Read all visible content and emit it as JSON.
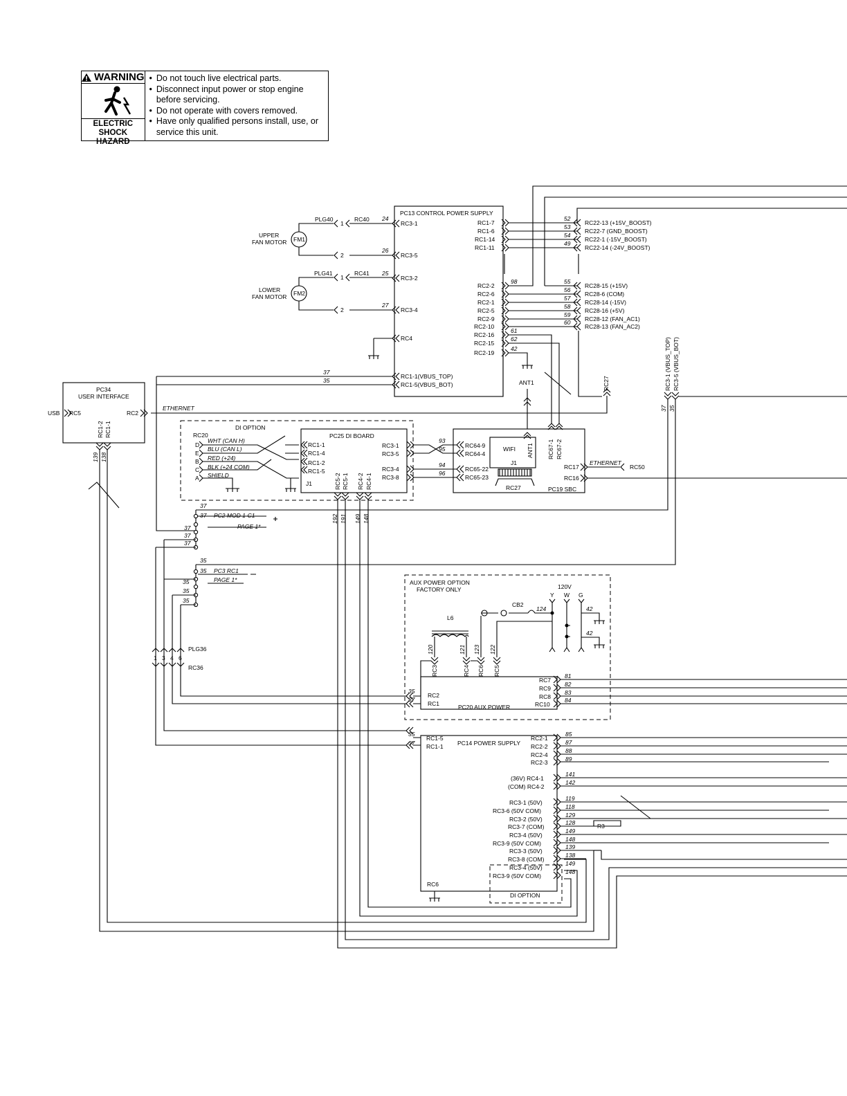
{
  "warning": {
    "title": "WARNING",
    "hazard": "ELECTRIC SHOCK HAZARD",
    "items": [
      "Do not touch live electrical parts.",
      "Disconnect input power or stop engine before servicing.",
      "Do not operate with covers removed.",
      "Have only qualified persons install, use, or service this unit."
    ]
  },
  "pc13": {
    "title": "PC13 CONTROL POWER SUPPLY",
    "left_pins": [
      "RC3-1",
      "RC3-5",
      "RC3-2",
      "RC3-4",
      "RC4",
      "RC1-1(VBUS_TOP)",
      "RC1-5(VBUS_BOT)"
    ],
    "left_wires": [
      "24",
      "26",
      "25",
      "27",
      "",
      "37",
      "35"
    ],
    "right_pins": [
      "RC1-7",
      "RC1-6",
      "RC1-14",
      "RC1-11",
      "RC2-2",
      "RC2-6",
      "RC2-1",
      "RC2-5",
      "RC2-9",
      "RC2-10",
      "RC2-16",
      "RC2-15",
      "RC2-19"
    ],
    "right_wires": [
      "52",
      "53",
      "54",
      "49",
      "98",
      "55",
      "56",
      "57",
      "58",
      "59",
      "60",
      "61",
      "62",
      "42"
    ],
    "dest_pins": [
      "RC22-13 (+15V_BOOST)",
      "RC22-7 (GND_BOOST)",
      "RC22-1 (-15V_BOOST)",
      "RC22-14 (-24V_BOOST)",
      "RC28-15 (+15V)",
      "RC28-6 (COM)",
      "RC28-14 (-15V)",
      "RC28-16 (+5V)",
      "RC28-12 (FAN_AC1)",
      "RC28-13 (FAN_AC2)"
    ]
  },
  "fans": {
    "upper": {
      "label": "UPPER FAN MOTOR",
      "id": "FM1",
      "plug": "PLG40",
      "rc": "RC40"
    },
    "lower": {
      "label": "LOWER FAN MOTOR",
      "id": "FM2",
      "plug": "PLG41",
      "rc": "RC41"
    },
    "pin1": "1",
    "pin2": "2"
  },
  "pc34": {
    "title": "PC34",
    "subtitle": "USER INTERFACE",
    "usb": "USB",
    "rc5": "RC5",
    "rc2": "RC2",
    "pins": [
      "RC1-2",
      "RC1-1"
    ],
    "wires": [
      "139",
      "138"
    ]
  },
  "ethernet": "ETHERNET",
  "di_option": {
    "title": "DI OPTION",
    "rc20": "RC20",
    "rows": [
      {
        "letter": "D",
        "wire": "WHT (CAN H)",
        "pin": "RC1-1"
      },
      {
        "letter": "E",
        "wire": "BLU (CAN L)",
        "pin": "RC1-4"
      },
      {
        "letter": "B",
        "wire": "RED (+24)",
        "pin": "RC1-2"
      },
      {
        "letter": "C",
        "wire": "BLK (+24 COM)",
        "pin": "RC1-5"
      },
      {
        "letter": "A",
        "wire": "SHIELD",
        "pin": ""
      }
    ],
    "j1": "J1"
  },
  "pc25": {
    "title": "PC25 DI BOARD",
    "right_pins": [
      "RC3-1",
      "RC3-5",
      "RC3-4",
      "RC3-8"
    ],
    "bottom_pins": [
      "RC5-2",
      "RC5-1",
      "RC4-2",
      "RC4-1"
    ],
    "bottom_wires": [
      "192",
      "191",
      "149",
      "148"
    ]
  },
  "pc19": {
    "title": "PC19 SBC",
    "left_pins": [
      "RC64-9",
      "RC64-4",
      "RC65-22",
      "RC65-23"
    ],
    "left_wires": [
      "93",
      "95",
      "94",
      "96"
    ],
    "wifi": "WIFI",
    "j1": "J1",
    "rc27": "RC27",
    "ant": "ANT1",
    "top_pins": [
      "RC67-1",
      "RC67-2"
    ],
    "right_pins": [
      "RC17",
      "RC16"
    ],
    "rc50": "RC50"
  },
  "ant1": "ANT1",
  "rc27": "RC27",
  "vbus": {
    "pins": [
      "RC3-1 (VBUS_TOP)",
      "RC3-5 (VBUS_BOT)"
    ],
    "wires": [
      "37",
      "35"
    ]
  },
  "bus": {
    "top_wires": [
      "37",
      "37",
      "37",
      "37",
      "37"
    ],
    "pc2_ref": "PC2 MOD 1-C1",
    "page1": "PAGE 1*",
    "bot_wires": [
      "35",
      "35",
      "35",
      "35",
      "35"
    ],
    "pc3_ref": "PC3 RC1",
    "plg36": "PLG36",
    "rc36": "RC36",
    "plg_pins": [
      "1",
      "3",
      "4",
      "6"
    ]
  },
  "aux": {
    "title": "AUX POWER OPTION",
    "subtitle": "FACTORY ONLY",
    "volt": "120V",
    "ywg": [
      "Y",
      "W",
      "G"
    ],
    "l6": "L6",
    "cb2": "CB2",
    "wires_top": [
      "124",
      "42",
      "42"
    ],
    "vert_wires": [
      "120",
      "121",
      "123",
      "122"
    ],
    "vert_pins": [
      "RC3",
      "RC4",
      "RC6",
      "RC5"
    ],
    "left_pins": [
      "RC2",
      "RC1"
    ],
    "left_wires": [
      "35",
      "37"
    ],
    "right_pins": [
      "RC7",
      "RC9",
      "RC8",
      "RC10"
    ],
    "right_wires": [
      "81",
      "82",
      "83",
      "84"
    ],
    "name": "PC20 AUX POWER"
  },
  "pc14": {
    "title": "PC14 POWER SUPPLY",
    "left_pins": [
      "RC1-5",
      "RC1-1"
    ],
    "left_wires": [
      "35",
      "37"
    ],
    "right_pins": [
      "RC2-1",
      "RC2-2",
      "RC2-4",
      "RC2-3",
      "(36V) RC4-1",
      "(COM) RC4-2",
      "RC3-1 (50V)",
      "RC3-6 (50V COM)",
      "RC3-2 (50V)",
      "RC3-7 (COM)",
      "RC3-4 (50V)",
      "RC3-9 (50V COM)",
      "RC3-3 (50V)",
      "RC3-8 (COM)"
    ],
    "right_wires": [
      "85",
      "87",
      "88",
      "89",
      "141",
      "142",
      "119",
      "118",
      "129",
      "128",
      "149",
      "148",
      "139",
      "138"
    ],
    "r3": "R3",
    "rc6": "RC6",
    "di_pins": [
      "RC3-4 (50V)",
      "RC3-9 (50V COM)"
    ],
    "di_wires": [
      "149",
      "148"
    ],
    "di_title": "DI OPTION"
  }
}
